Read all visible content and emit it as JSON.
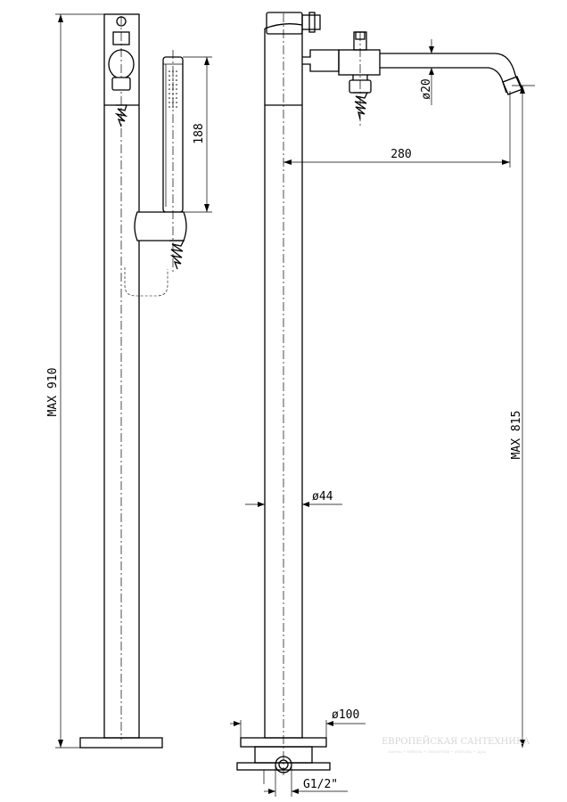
{
  "dimensions": {
    "total_height": "MAX 910",
    "spout_height": "MAX 815",
    "spout_reach": "280",
    "hand_shower_length": "188",
    "spout_diameter": "ø20",
    "column_diameter": "ø44",
    "base_diameter": "ø100",
    "thread": "G1/2\""
  },
  "watermark": {
    "title": "ЕВРОПЕЙСКАЯ САНТЕХНИКА",
    "subtitle": "ванны • мебель • смесители • унитазы • душ"
  }
}
